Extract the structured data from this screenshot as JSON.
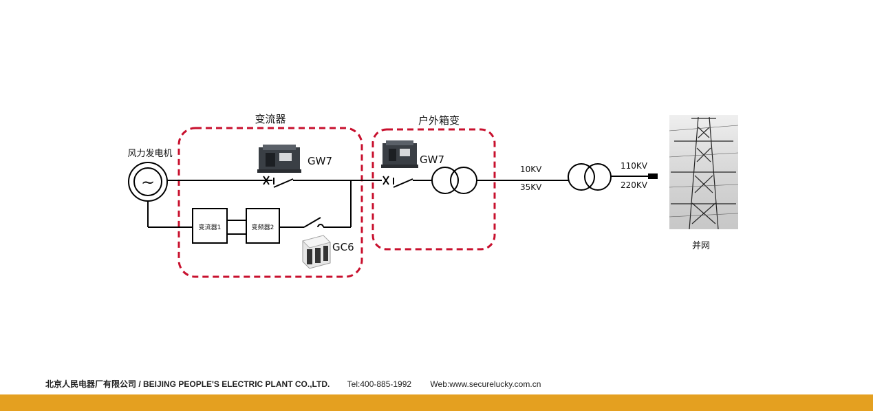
{
  "diagram": {
    "groups": {
      "converter": "变流器",
      "box_transformer": "户外箱变"
    },
    "generator_label": "风力发电机",
    "generator_symbol": "~",
    "converter_units": [
      "变流器1",
      "变频器2"
    ],
    "breakers": {
      "main": "GW7",
      "box": "GW7",
      "contactor": "GC6"
    },
    "voltages": {
      "low_a": "10KV",
      "low_b": "35KV",
      "high_a": "110KV",
      "high_b": "220KV"
    },
    "grid_label": "并网",
    "icons": {
      "breaker_photo": "circuit-breaker-icon",
      "contactor_photo": "contactor-icon",
      "tower_photo": "transmission-tower-icon"
    },
    "colors": {
      "dashed_group": "#c8102e",
      "line": "#000000",
      "band": "#e4a020"
    }
  },
  "footer": {
    "company": "北京人民电器厂有限公司 / BEIJING PEOPLE'S ELECTRIC PLANT CO.,LTD.",
    "tel": "Tel:400-885-1992",
    "web": "Web:www.securelucky.com.cn"
  }
}
